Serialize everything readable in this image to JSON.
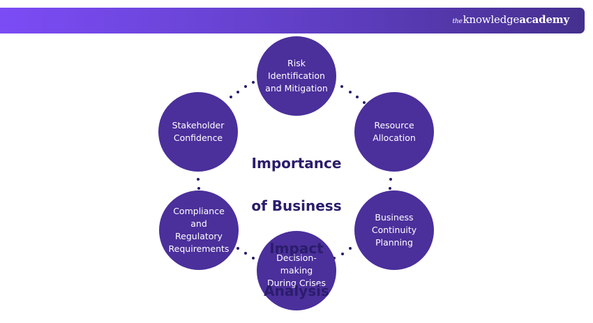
{
  "header": {
    "logo_prefix": "the",
    "logo_main": "knowledge",
    "logo_bold": "academy"
  },
  "diagram": {
    "title_lines": [
      "Importance",
      "of Business",
      "Impact",
      "Analysis"
    ],
    "nodes": [
      {
        "id": "risk",
        "label": "Risk\nIdentification\nand Mitigation"
      },
      {
        "id": "resource",
        "label": "Resource\nAllocation"
      },
      {
        "id": "continuity",
        "label": "Business\nContinuity\nPlanning"
      },
      {
        "id": "decision",
        "label": "Decision-\nmaking\nDuring Crises"
      },
      {
        "id": "compliance",
        "label": "Compliance\nand\nRegulatory\nRequirements"
      },
      {
        "id": "stakeholder",
        "label": "Stakeholder\nConfidence"
      }
    ],
    "colors": {
      "node_fill": "#4b2f9b",
      "node_text": "#ffffff",
      "title_text": "#2b1d6b",
      "connector_dot": "#2b1d6b"
    }
  }
}
